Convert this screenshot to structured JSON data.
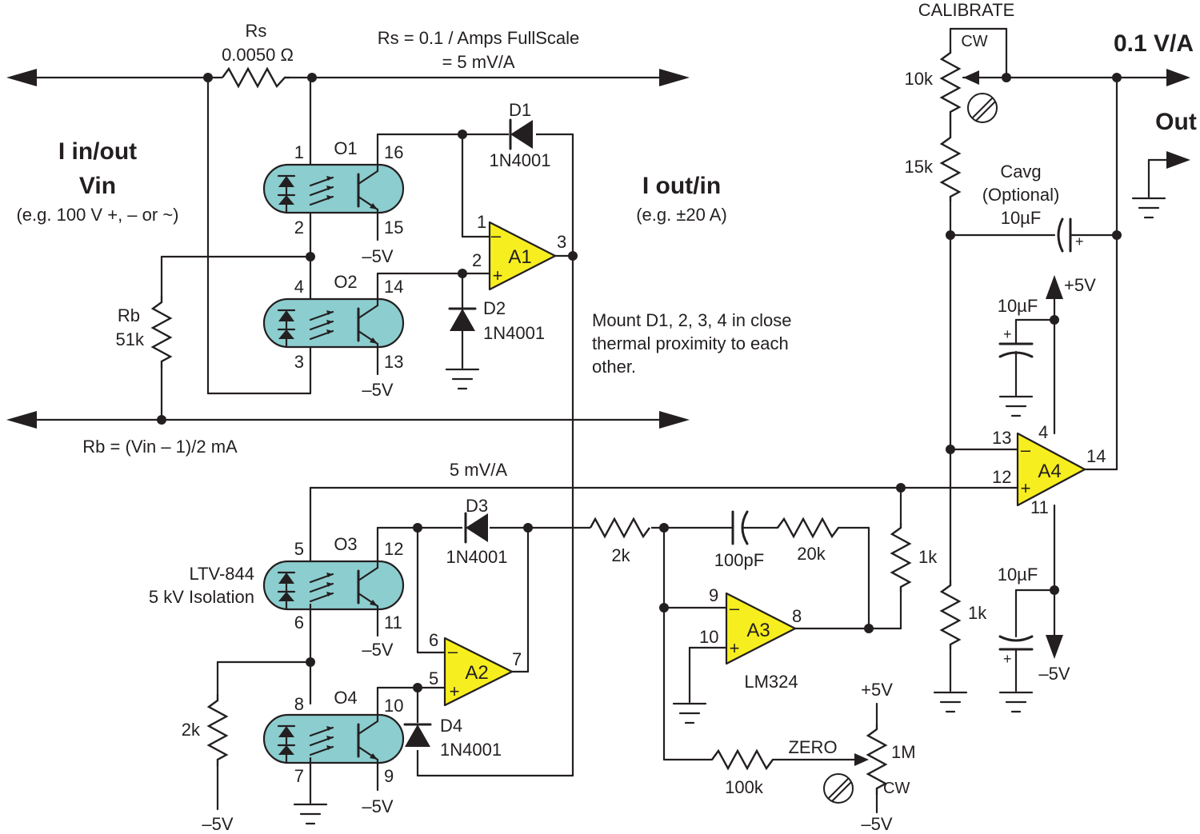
{
  "input": {
    "title1": "I in/out",
    "title2": "Vin",
    "example": "(e.g. 100 V +, – or ~)"
  },
  "output_side": {
    "title": "I out/in",
    "example": "(e.g. ±20 A)"
  },
  "rs": {
    "name": "Rs",
    "value": "0.0050 Ω",
    "note1": "Rs = 0.1 / Amps FullScale",
    "note2": "= 5 mV/A"
  },
  "rb": {
    "name": "Rb",
    "value": "51k",
    "note": "Rb = (Vin – 1)/2 mA"
  },
  "optos": {
    "o1": "O1",
    "o2": "O2",
    "o3": "O3",
    "o4": "O4",
    "part": "LTV-844",
    "isolation": "5 kV Isolation"
  },
  "diodes": {
    "d1": "D1",
    "d2": "D2",
    "d3": "D3",
    "d4": "D4",
    "part": "1N4001"
  },
  "amps": {
    "a1": "A1",
    "a2": "A2",
    "a3": "A3",
    "a4": "A4",
    "part": "LM324"
  },
  "note": {
    "line1": "Mount D1, 2, 3, 4 in close",
    "line2": "thermal proximity to each",
    "line3": "other."
  },
  "signal": {
    "scale": "5 mV/A"
  },
  "output": {
    "scale": "0.1 V/A",
    "label": "Out"
  },
  "calibrate": {
    "label": "CALIBRATE",
    "cw": "CW",
    "pot": "10k",
    "r15k": "15k"
  },
  "cavg": {
    "name": "Cavg",
    "note": "(Optional)",
    "value": "10µF"
  },
  "supplies": {
    "pos": "+5V",
    "neg": "–5V",
    "cap_top": "10µF",
    "cap_bottom": "10µF"
  },
  "a3_net": {
    "r2k": "2k",
    "c": "100pF",
    "r20k": "20k",
    "r1k": "1k"
  },
  "a4_net": {
    "r1k": "1k"
  },
  "o3_bias": {
    "r": "2k"
  },
  "zero": {
    "label": "ZERO",
    "pot": "1M",
    "cw": "CW",
    "r": "100k"
  },
  "pins": {
    "p1": "1",
    "p2": "2",
    "p3": "3",
    "p4": "4",
    "p5": "5",
    "p6": "6",
    "p7": "7",
    "p8": "8",
    "p9": "9",
    "p10": "10",
    "p11": "11",
    "p12": "12",
    "p13": "13",
    "p14": "14",
    "p15": "15",
    "p16": "16"
  }
}
